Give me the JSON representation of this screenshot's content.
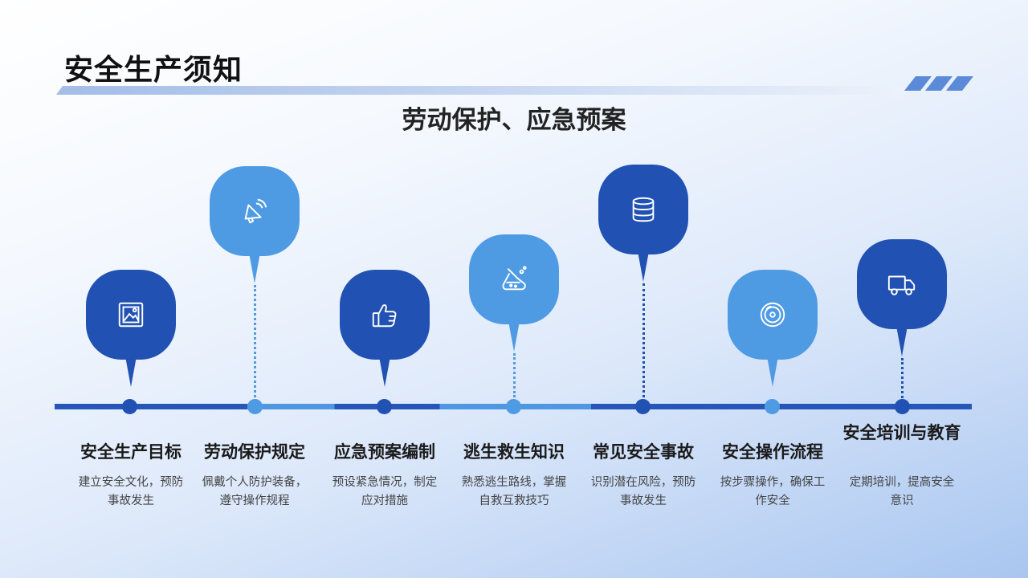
{
  "header": {
    "title": "安全生产须知",
    "subtitle": "劳动保护、应急预案"
  },
  "colors": {
    "dark": "#2051b3",
    "light": "#4f9be3",
    "accent": "#5b8ad9"
  },
  "items": [
    {
      "title": "安全生产目标",
      "desc": "建立安全文化，预防事故发生",
      "icon": "image-icon"
    },
    {
      "title": "劳动保护规定",
      "desc": "佩戴个人防护装备，遵守操作规程",
      "icon": "megaphone-icon"
    },
    {
      "title": "应急预案编制",
      "desc": "预设紧急情况，制定应对措施",
      "icon": "thumbs-up-icon"
    },
    {
      "title": "逃生救生知识",
      "desc": "熟悉逃生路线，掌握自救互救技巧",
      "icon": "flask-icon"
    },
    {
      "title": "常见安全事故",
      "desc": "识别潜在风险，预防事故发生",
      "icon": "database-icon"
    },
    {
      "title": "安全操作流程",
      "desc": "按步骤操作，确保工作安全",
      "icon": "disc-icon"
    },
    {
      "title": "安全培训与教育",
      "desc": "定期培训，提高安全意识",
      "icon": "truck-icon"
    }
  ]
}
